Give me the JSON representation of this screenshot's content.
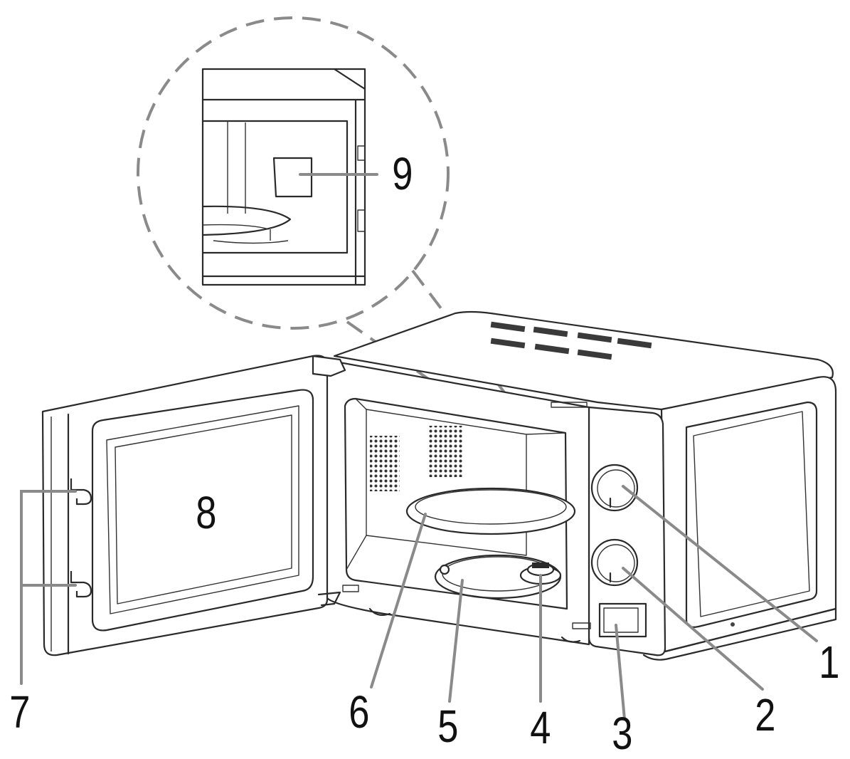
{
  "diagram": {
    "callouts": [
      {
        "id": "1",
        "label": "1"
      },
      {
        "id": "2",
        "label": "2"
      },
      {
        "id": "3",
        "label": "3"
      },
      {
        "id": "4",
        "label": "4"
      },
      {
        "id": "5",
        "label": "5"
      },
      {
        "id": "6",
        "label": "6"
      },
      {
        "id": "7",
        "label": "7"
      },
      {
        "id": "8",
        "label": "8"
      },
      {
        "id": "9",
        "label": "9"
      }
    ],
    "colors": {
      "line": "#2a2a2a",
      "leader": "#8a8a8a",
      "background": "#ffffff"
    }
  }
}
